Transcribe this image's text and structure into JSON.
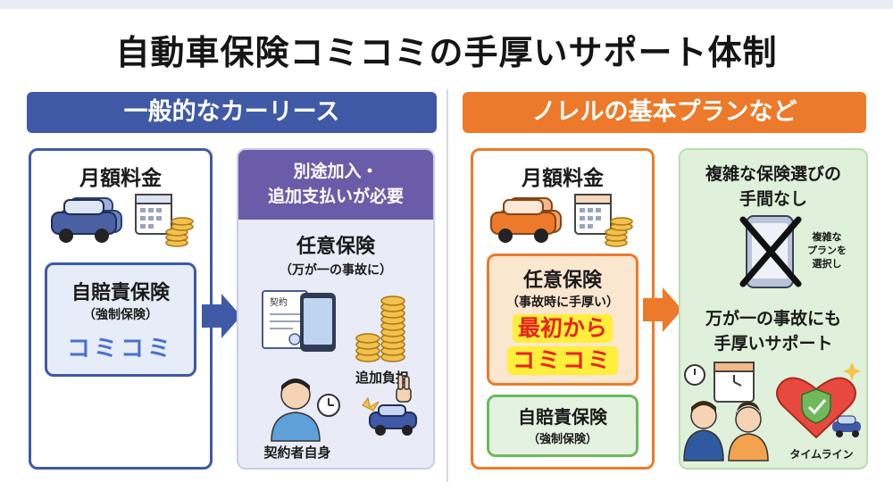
{
  "title": "自動車保険コミコミの手厚いサポート体制",
  "left": {
    "header": "一般的なカーリース",
    "monthly": "月額料金",
    "jibai_title": "自賠責保険",
    "jibai_sub": "（強制保険）",
    "jibai_komi": "コミコミ",
    "extra_header_line1": "別途加入・",
    "extra_header_line2": "追加支払いが必要",
    "nini_title": "任意保険",
    "nini_sub": "（万が一の事故に）",
    "doc_label": "契約",
    "burden": "追加負担",
    "self": "契約者自身"
  },
  "right": {
    "header": "ノレルの基本プランなど",
    "monthly": "月額料金",
    "nini_title": "任意保険",
    "nini_sub": "（事故時に手厚い）",
    "from_start": "最初から",
    "komi": "コミコミ",
    "jibai_title": "自賠責保険",
    "jibai_sub": "（強制保険）",
    "no_hassle_line1": "複雑な保険選びの",
    "no_hassle_line2": "手間なし",
    "phone_text_1": "複雑な",
    "phone_text_2": "プランを",
    "phone_text_3": "選択し",
    "support_line1": "万が一の事故にも",
    "support_line2": "手厚いサポート",
    "timeline": "タイムライン"
  },
  "colors": {
    "blue": "#3f59a6",
    "purple": "#6a5ca8",
    "orange": "#ec7a2a",
    "green": "#6fb85e",
    "red": "#e8221f",
    "yellow": "#ffee3a"
  }
}
